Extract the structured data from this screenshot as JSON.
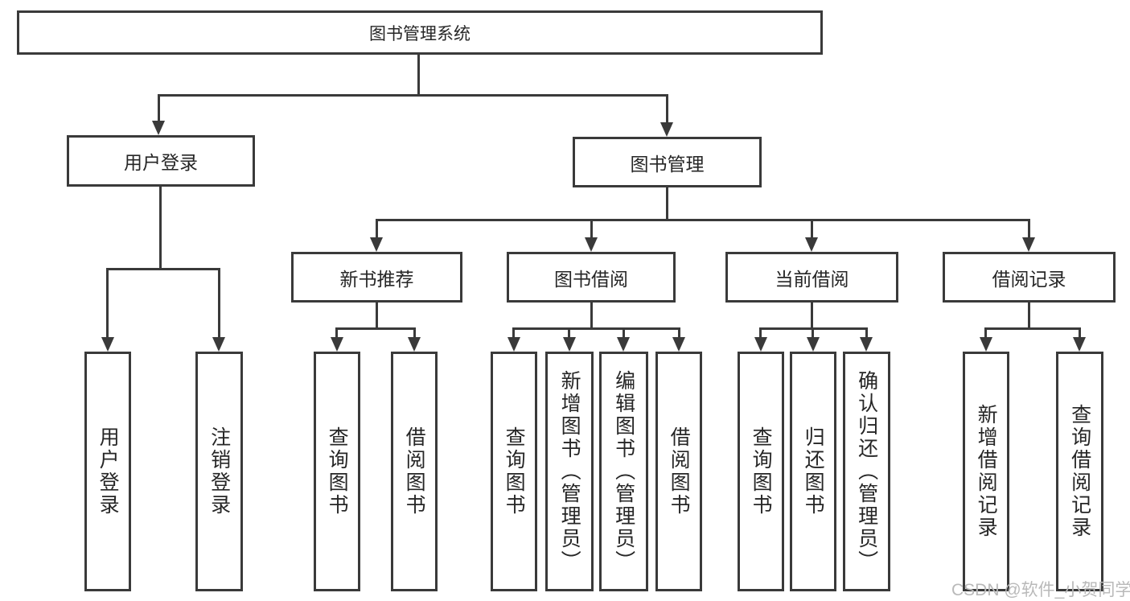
{
  "diagram": {
    "type": "tree-structure-chart",
    "colors": {
      "line": "#3a3a3a",
      "text": "#262626",
      "background": "#ffffff",
      "watermark_text": "#b9b9b9"
    },
    "nodes": {
      "root": "图书管理系统",
      "user_login": "用户登录",
      "book_mgmt": "图书管理",
      "new_book_rec": "新书推荐",
      "book_borrow": "图书借阅",
      "current_borrow": "当前借阅",
      "borrow_records": "借阅记录",
      "leaf_user_login": "用户登录",
      "leaf_logout": "注销登录",
      "leaf_nb_query_books": "查询图书",
      "leaf_nb_borrow_books": "借阅图书",
      "leaf_bb_query_books": "查询图书",
      "leaf_bb_add_books": "新增图书（管理员）",
      "leaf_bb_edit_books": "编辑图书（管理员）",
      "leaf_bb_borrow_books": "借阅图书",
      "leaf_cb_query_books": "查询图书",
      "leaf_cb_return_books": "归还图书",
      "leaf_cb_confirm_return": "确认归还（管理员）",
      "leaf_br_add_record": "新增借阅记录",
      "leaf_br_query_record": "查询借阅记录"
    },
    "edges": [
      [
        "root",
        "user_login"
      ],
      [
        "root",
        "book_mgmt"
      ],
      [
        "user_login",
        "leaf_user_login"
      ],
      [
        "user_login",
        "leaf_logout"
      ],
      [
        "book_mgmt",
        "new_book_rec"
      ],
      [
        "book_mgmt",
        "book_borrow"
      ],
      [
        "book_mgmt",
        "current_borrow"
      ],
      [
        "book_mgmt",
        "borrow_records"
      ],
      [
        "new_book_rec",
        "leaf_nb_query_books"
      ],
      [
        "new_book_rec",
        "leaf_nb_borrow_books"
      ],
      [
        "book_borrow",
        "leaf_bb_query_books"
      ],
      [
        "book_borrow",
        "leaf_bb_add_books"
      ],
      [
        "book_borrow",
        "leaf_bb_edit_books"
      ],
      [
        "book_borrow",
        "leaf_bb_borrow_books"
      ],
      [
        "current_borrow",
        "leaf_cb_query_books"
      ],
      [
        "current_borrow",
        "leaf_cb_return_books"
      ],
      [
        "current_borrow",
        "leaf_cb_confirm_return"
      ],
      [
        "borrow_records",
        "leaf_br_add_record"
      ],
      [
        "borrow_records",
        "leaf_br_query_record"
      ]
    ],
    "watermark": "CSDN @软件_小贺同学"
  }
}
